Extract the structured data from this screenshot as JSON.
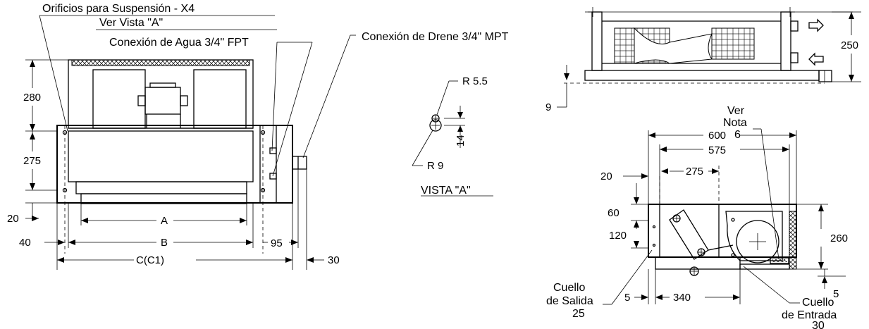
{
  "callouts": {
    "suspension_holes": "Orificios para Suspensión - X4",
    "see_view_a": "Ver Vista \"A\"",
    "water_connection": "Conexión de Agua 3/4\" FPT",
    "drain_connection": "Conexión de Drene 3/4\" MPT",
    "see_note_1": "Ver",
    "see_note_2": "Nota",
    "see_note_3": "6",
    "outlet_collar_1": "Cuello",
    "outlet_collar_2": "de Salida",
    "outlet_collar_3": "25",
    "inlet_collar_1": "Cuello",
    "inlet_collar_2": "de Entrada",
    "inlet_collar_3": "30"
  },
  "view_a": {
    "title": "VISTA \"A\"",
    "radius_small": "R 5.5",
    "radius_large": "R 9",
    "spacing": "14"
  },
  "front_view_dims": {
    "height_top": "280",
    "height_mid": "275",
    "bottom_offset": "20",
    "left_offset": "40",
    "width_a": "A",
    "width_b": "B",
    "width_c": "C(C1)",
    "right_connection": "95",
    "right_offset": "30"
  },
  "top_view_dims": {
    "height": "250",
    "base": "9"
  },
  "side_view_dims": {
    "width_600": "600",
    "width_575": "575",
    "width_275": "275",
    "left_20": "20",
    "h_60": "60",
    "h_120": "120",
    "h_260": "260",
    "offset_5_left": "5",
    "width_340": "340",
    "offset_5_right": "5"
  }
}
